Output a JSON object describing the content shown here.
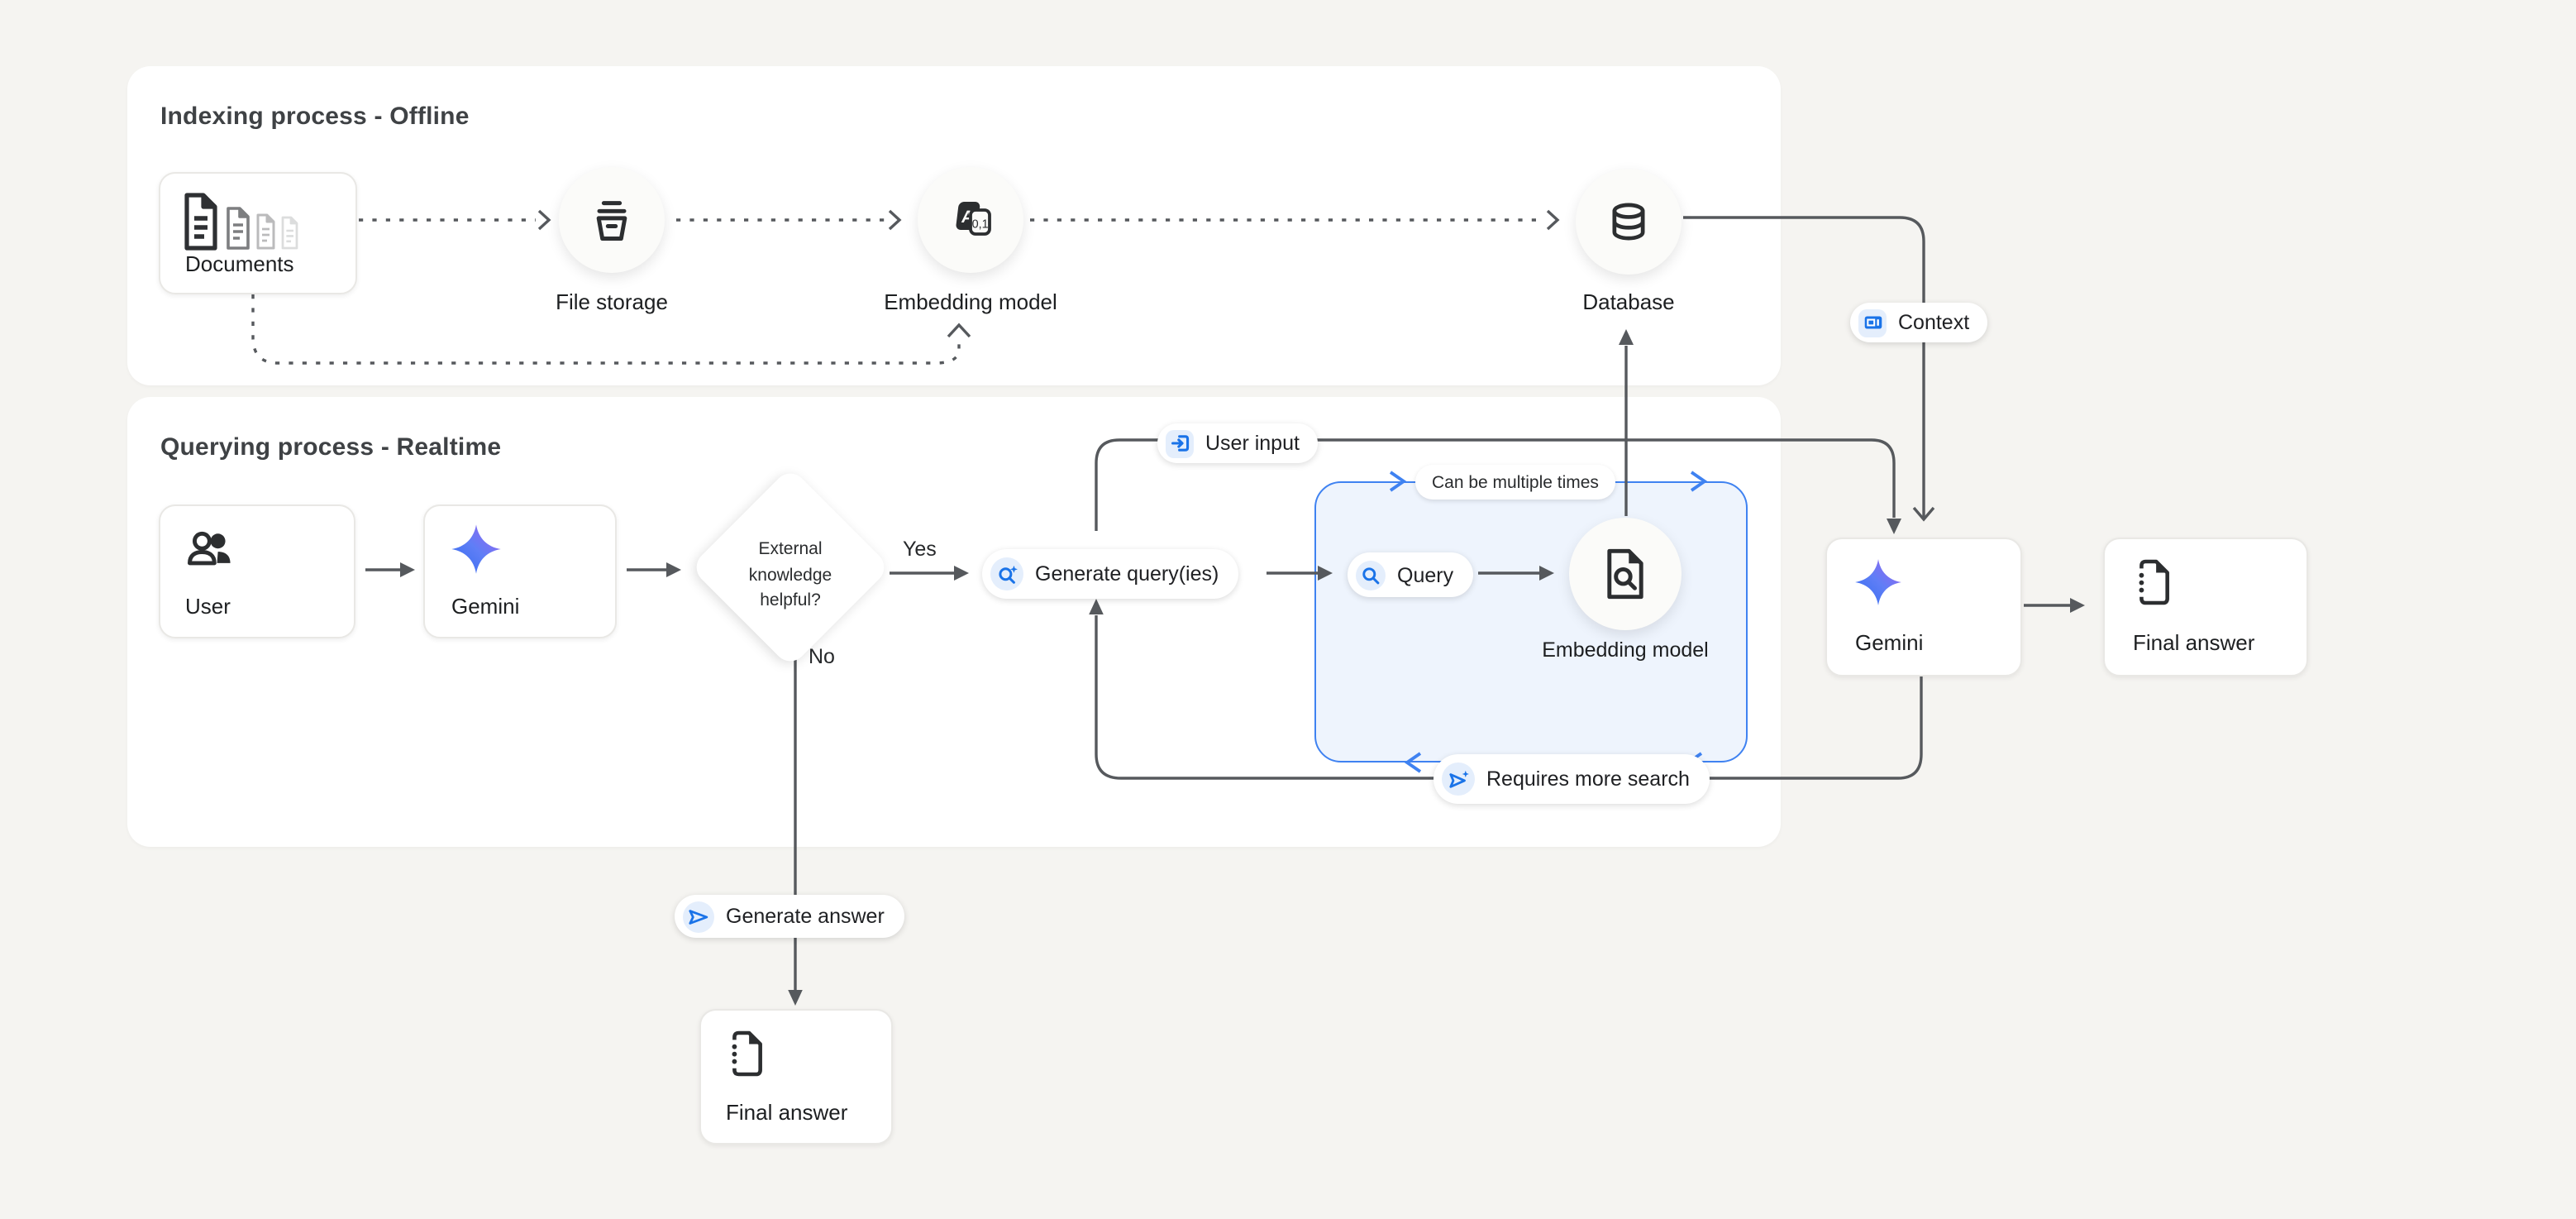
{
  "panels": {
    "indexing": {
      "title": "Indexing process - Offline"
    },
    "querying": {
      "title": "Querying process - Realtime"
    }
  },
  "nodes": {
    "documents": {
      "label": "Documents",
      "icon": "documents-stack-icon"
    },
    "file_storage": {
      "label": "File storage",
      "icon": "storage-bucket-icon"
    },
    "embedding_model_offline": {
      "label": "Embedding model",
      "icon": "translate-a01-icon"
    },
    "database": {
      "label": "Database",
      "icon": "database-cylinder-icon"
    },
    "user": {
      "label": "User",
      "icon": "people-icon"
    },
    "gemini_left": {
      "label": "Gemini",
      "icon": "gemini-star-icon"
    },
    "decision": {
      "lines": [
        "External",
        "knowledge",
        "helpful?"
      ]
    },
    "generate_query": {
      "label": "Generate query(ies)",
      "icon": "search-spark-icon"
    },
    "query": {
      "label": "Query",
      "icon": "search-icon"
    },
    "embedding_model_online": {
      "label": "Embedding model",
      "icon": "file-search-icon"
    },
    "gemini_right": {
      "label": "Gemini",
      "icon": "gemini-star-icon"
    },
    "final_answer_right": {
      "label": "Final answer",
      "icon": "answer-document-icon"
    },
    "final_answer_bottom": {
      "label": "Final answer",
      "icon": "answer-document-icon"
    }
  },
  "pills": {
    "user_input": {
      "label": "User input",
      "icon": "login-icon"
    },
    "context": {
      "label": "Context",
      "icon": "context-panel-icon"
    },
    "can_be_multiple_times": {
      "label": "Can be multiple times"
    },
    "requires_more_search": {
      "label": "Requires more search",
      "icon": "send-spark-icon"
    },
    "generate_answer": {
      "label": "Generate answer",
      "icon": "send-icon"
    }
  },
  "edges": {
    "yes": "Yes",
    "no": "No"
  },
  "colors": {
    "page_bg": "#f5f4f1",
    "panel_bg": "#ffffff",
    "line_gray": "#56595d",
    "accent_blue": "#3f82f1",
    "icon_blue": "#1a73e8",
    "chip_bg": "#e4eefc",
    "bluebox_fill": "#eef4fd",
    "gemini_gradient_start": "#3b6ff0",
    "gemini_gradient_end": "#9168f0"
  }
}
